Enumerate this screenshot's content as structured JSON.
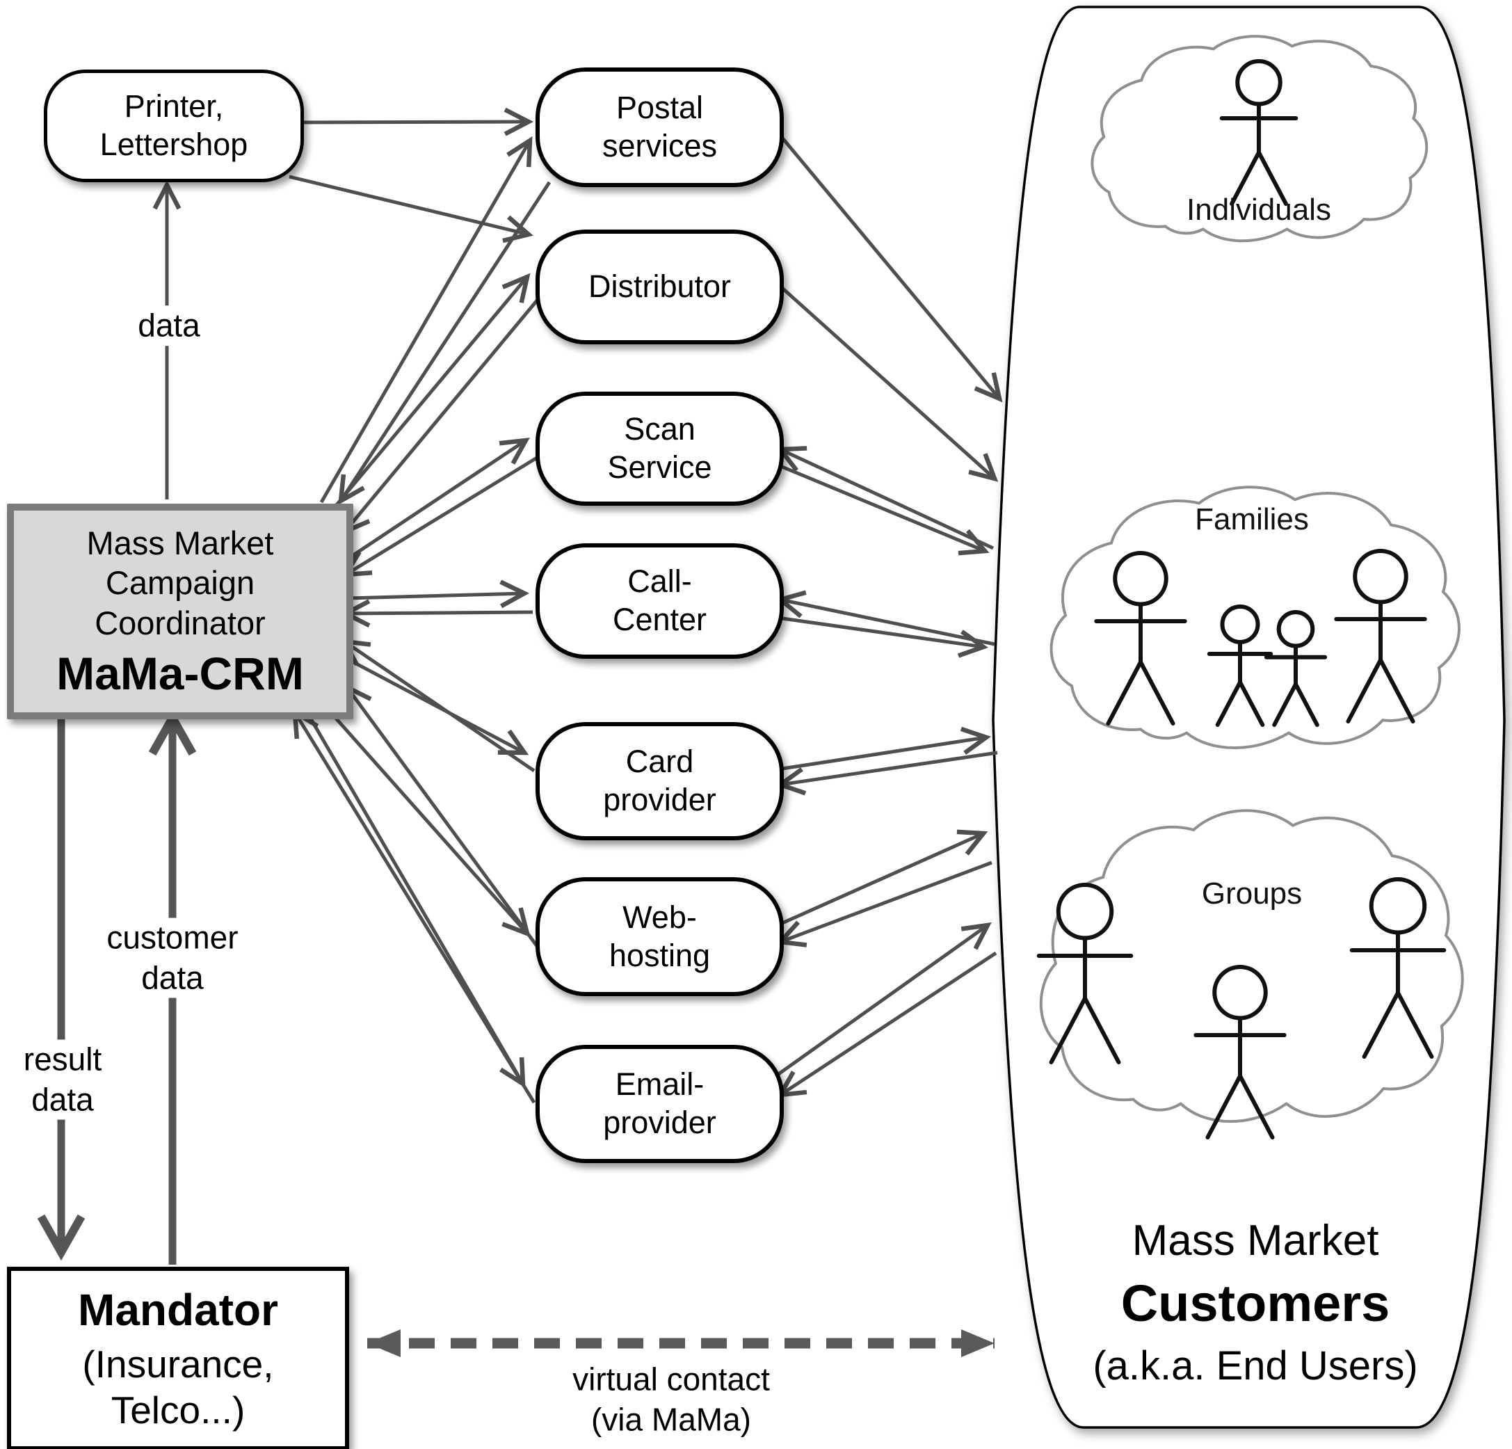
{
  "nodes": {
    "printer": "Printer,\nLettershop",
    "postal": "Postal\nservices",
    "distributor": "Distributor",
    "scan": "Scan\nService",
    "call_center": "Call-\nCenter",
    "card_provider": "Card\nprovider",
    "web_hosting": "Web-\nhosting",
    "email_provider": "Email-\nprovider",
    "mama": {
      "title_lines": "Mass Market\nCampaign\nCoordinator",
      "name": "MaMa-CRM"
    },
    "mandator": {
      "name": "Mandator",
      "detail": "(Insurance,\nTelco...)"
    },
    "customers": {
      "line1": "Mass Market",
      "line2": "Customers",
      "line3": "(a.k.a. End Users)"
    },
    "clouds": {
      "individuals": "Individuals",
      "families": "Families",
      "groups": "Groups"
    }
  },
  "labels": {
    "data": "data",
    "customer_data": "customer\ndata",
    "result_data": "result\ndata",
    "virtual_contact": "virtual contact\n(via MaMa)"
  },
  "colors": {
    "mama_fill": "#d8d8d8",
    "mama_border": "#7b7b7b",
    "thin_arrow": "#4f4f4f",
    "thick_arrow": "#555555",
    "dashed_arrow": "#5a5a5a",
    "cloud_stroke": "#8f8f8f",
    "box_border": "#000000"
  },
  "edges": [
    {
      "from": "MaMa-CRM",
      "to": "Printer, Lettershop",
      "label": "data"
    },
    {
      "from": "Printer, Lettershop",
      "to": "Postal services"
    },
    {
      "from": "Printer, Lettershop",
      "to": "Distributor"
    },
    {
      "from": "MaMa-CRM",
      "to": "Postal services"
    },
    {
      "from": "Postal services",
      "to": "MaMa-CRM"
    },
    {
      "from": "MaMa-CRM",
      "to": "Distributor"
    },
    {
      "from": "Distributor",
      "to": "MaMa-CRM"
    },
    {
      "from": "MaMa-CRM",
      "to": "Scan Service"
    },
    {
      "from": "Scan Service",
      "to": "MaMa-CRM"
    },
    {
      "from": "MaMa-CRM",
      "to": "Call-Center"
    },
    {
      "from": "Call-Center",
      "to": "MaMa-CRM"
    },
    {
      "from": "MaMa-CRM",
      "to": "Card provider"
    },
    {
      "from": "Card provider",
      "to": "MaMa-CRM"
    },
    {
      "from": "MaMa-CRM",
      "to": "Web-hosting"
    },
    {
      "from": "Web-hosting",
      "to": "MaMa-CRM"
    },
    {
      "from": "MaMa-CRM",
      "to": "Email-provider"
    },
    {
      "from": "Email-provider",
      "to": "MaMa-CRM"
    },
    {
      "from": "Postal services",
      "to": "Mass Market Customers"
    },
    {
      "from": "Distributor",
      "to": "Mass Market Customers"
    },
    {
      "from": "Scan Service",
      "to": "Mass Market Customers"
    },
    {
      "from": "Mass Market Customers",
      "to": "Scan Service"
    },
    {
      "from": "Call-Center",
      "to": "Mass Market Customers"
    },
    {
      "from": "Mass Market Customers",
      "to": "Call-Center"
    },
    {
      "from": "Card provider",
      "to": "Mass Market Customers"
    },
    {
      "from": "Mass Market Customers",
      "to": "Card provider"
    },
    {
      "from": "Web-hosting",
      "to": "Mass Market Customers"
    },
    {
      "from": "Mass Market Customers",
      "to": "Web-hosting"
    },
    {
      "from": "Email-provider",
      "to": "Mass Market Customers"
    },
    {
      "from": "Mass Market Customers",
      "to": "Email-provider"
    },
    {
      "from": "MaMa-CRM",
      "to": "Mandator",
      "label": "result data"
    },
    {
      "from": "Mandator",
      "to": "MaMa-CRM",
      "label": "customer data"
    },
    {
      "from": "Mandator",
      "to": "Mass Market Customers",
      "label": "virtual contact (via MaMa)",
      "style": "dashed-double-arrow"
    }
  ]
}
